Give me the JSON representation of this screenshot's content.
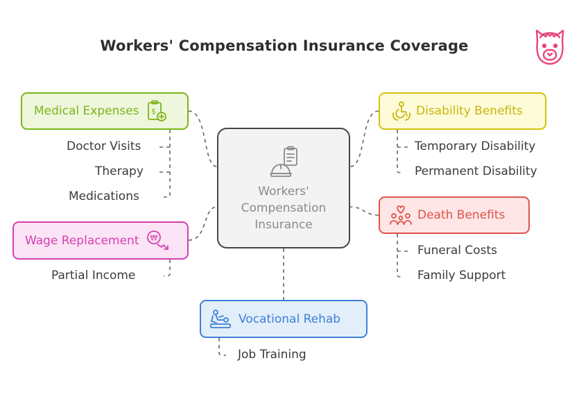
{
  "title": "Workers' Compensation Insurance Coverage",
  "center": {
    "lines": [
      "Workers'",
      "Compensation",
      "Insurance"
    ],
    "icon": "helmet-clipboard-icon"
  },
  "branches": {
    "medical": {
      "label": "Medical Expenses",
      "icon": "medical-bill-icon",
      "color": "#7cb518",
      "fill": "#eef6dc",
      "items": [
        "Doctor Visits",
        "Therapy",
        "Medications"
      ]
    },
    "disability": {
      "label": "Disability Benefits",
      "icon": "disability-icon",
      "color": "#d4c20a",
      "fill": "#fdfbd8",
      "items": [
        "Temporary Disability",
        "Permanent Disability"
      ]
    },
    "wage": {
      "label": "Wage Replacement",
      "icon": "won-decline-icon",
      "color": "#d63fb2",
      "fill": "#fbe4f5",
      "items": [
        "Partial Income"
      ]
    },
    "death": {
      "label": "Death Benefits",
      "icon": "family-heart-icon",
      "color": "#e0524c",
      "fill": "#fde6e5",
      "items": [
        "Funeral Costs",
        "Family Support"
      ]
    },
    "vocational": {
      "label": "Vocational Rehab",
      "icon": "rehab-icon",
      "color": "#3d7fd6",
      "fill": "#e3eefb",
      "items": [
        "Job Training"
      ]
    }
  },
  "logo": "alpaca-logo-icon"
}
